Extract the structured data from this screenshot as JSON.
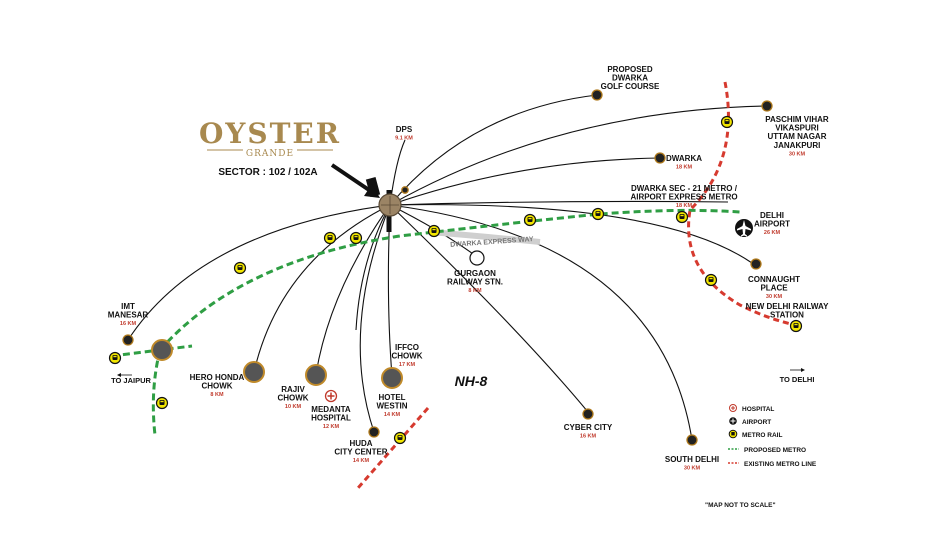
{
  "brand": {
    "name": "OYSTER",
    "subname": "GRANDE",
    "sector": "SECTOR : 102 / 102A"
  },
  "places": {
    "dps": {
      "lines": [
        "DPS"
      ],
      "km": "9.1 KM"
    },
    "golf": {
      "lines": [
        "PROPOSED",
        "DWARKA",
        "GOLF COURSE"
      ],
      "km": ""
    },
    "paschim": {
      "lines": [
        "PASCHIM VIHAR",
        "VIKASPURI",
        "UTTAM NAGAR",
        "JANAKPURI"
      ],
      "km": "30 KM"
    },
    "dwarka": {
      "lines": [
        "DWARKA"
      ],
      "km": "18 KM"
    },
    "dwarka_sec21": {
      "lines": [
        "DWARKA SEC - 21 METRO /",
        "AIRPORT EXPRESS METRO"
      ],
      "km": "18 KM"
    },
    "airport": {
      "lines": [
        "DELHI",
        "AIRPORT"
      ],
      "km": "26 KM"
    },
    "connaught": {
      "lines": [
        "CONNAUGHT",
        "PLACE"
      ],
      "km": "30 KM"
    },
    "ndls": {
      "lines": [
        "NEW DELHI RAILWAY",
        "STATION"
      ],
      "km": ""
    },
    "gurgaon_rly": {
      "lines": [
        "GURGAON",
        "RAILWAY STN."
      ],
      "km": "8 KM"
    },
    "imt": {
      "lines": [
        "IMT",
        "MANESAR"
      ],
      "km": "16 KM"
    },
    "hero": {
      "lines": [
        "HERO HONDA",
        "CHOWK"
      ],
      "km": "8 KM"
    },
    "rajiv": {
      "lines": [
        "RAJIV",
        "CHOWK"
      ],
      "km": "10 KM"
    },
    "medanta": {
      "lines": [
        "MEDANTA",
        "HOSPITAL"
      ],
      "km": "12 KM"
    },
    "huda": {
      "lines": [
        "HUDA",
        "CITY CENTER"
      ],
      "km": "14 KM"
    },
    "iffco": {
      "lines": [
        "IFFCO",
        "CHOWK"
      ],
      "km": "17 KM"
    },
    "westin": {
      "lines": [
        "HOTEL",
        "WESTIN"
      ],
      "km": "14 KM"
    },
    "cyber": {
      "lines": [
        "CYBER CITY"
      ],
      "km": "16 KM"
    },
    "south_delhi": {
      "lines": [
        "SOUTH DELHI"
      ],
      "km": "30 KM"
    }
  },
  "roads": {
    "expressway": "DWARKA EXPRESS WAY",
    "nh8": "NH-8",
    "to_jaipur": "TO JAIPUR",
    "to_delhi": "TO DELHI"
  },
  "legend": {
    "hospital": "HOSPITAL",
    "airport": "AIRPORT",
    "metro_rail": "METRO RAIL",
    "proposed_metro": "PROPOSED METRO",
    "existing_metro": "EXISTING METRO LINE"
  },
  "note": "\"MAP NOT TO SCALE\"",
  "colors": {
    "brand_gold": "#a8894f",
    "proposed_metro": "#2f9e44",
    "existing_metro": "#d63a2f",
    "metro_icon": "#f2e600",
    "distance_text": "#c0392b",
    "hub": "#9b8465"
  }
}
